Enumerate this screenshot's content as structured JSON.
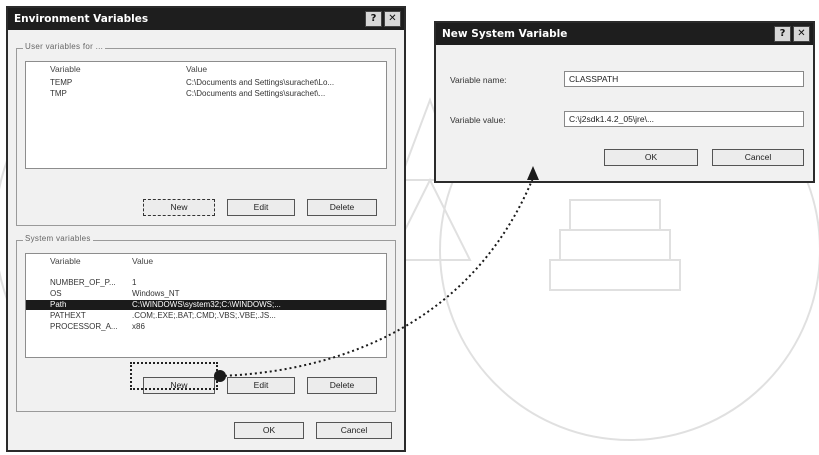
{
  "env_dialog": {
    "title": "Environment Variables",
    "help_glyph": "?",
    "close_glyph": "✕",
    "user_group_label": "User variables for ...",
    "user_table": {
      "headers": [
        "Variable",
        "Value"
      ],
      "rows": [
        [
          "TEMP",
          "C:\\Documents and Settings\\surachet\\Lo..."
        ],
        [
          "TMP",
          "C:\\Documents and Settings\\surachet\\..."
        ]
      ]
    },
    "user_buttons": {
      "new": "New",
      "edit": "Edit",
      "delete": "Delete"
    },
    "system_group_label": "System variables",
    "system_table": {
      "headers": [
        "Variable",
        "Value"
      ],
      "rows": [
        [
          "NUMBER_OF_P...",
          "1"
        ],
        [
          "OS",
          "Windows_NT"
        ],
        [
          "Path",
          "C:\\WINDOWS\\system32;C:\\WINDOWS;..."
        ],
        [
          "PATHEXT",
          ".COM;.EXE;.BAT;.CMD;.VBS;.VBE;.JS..."
        ],
        [
          "PROCESSOR_A...",
          "x86"
        ]
      ],
      "selected_index": 2
    },
    "system_buttons": {
      "new": "New",
      "edit": "Edit",
      "delete": "Delete"
    },
    "ok_label": "OK",
    "cancel_label": "Cancel"
  },
  "new_var_dialog": {
    "title": "New System Variable",
    "help_glyph": "?",
    "close_glyph": "✕",
    "name_label": "Variable name:",
    "name_value": "CLASSPATH",
    "value_label": "Variable value:",
    "value_value": "C:\\j2sdk1.4.2_05\\jre\\...",
    "ok_label": "OK",
    "cancel_label": "Cancel"
  },
  "colors": {
    "titlebar": "#1e1e1e",
    "dialog_bg": "#f1f1f1",
    "selection": "#1b1b1b"
  }
}
